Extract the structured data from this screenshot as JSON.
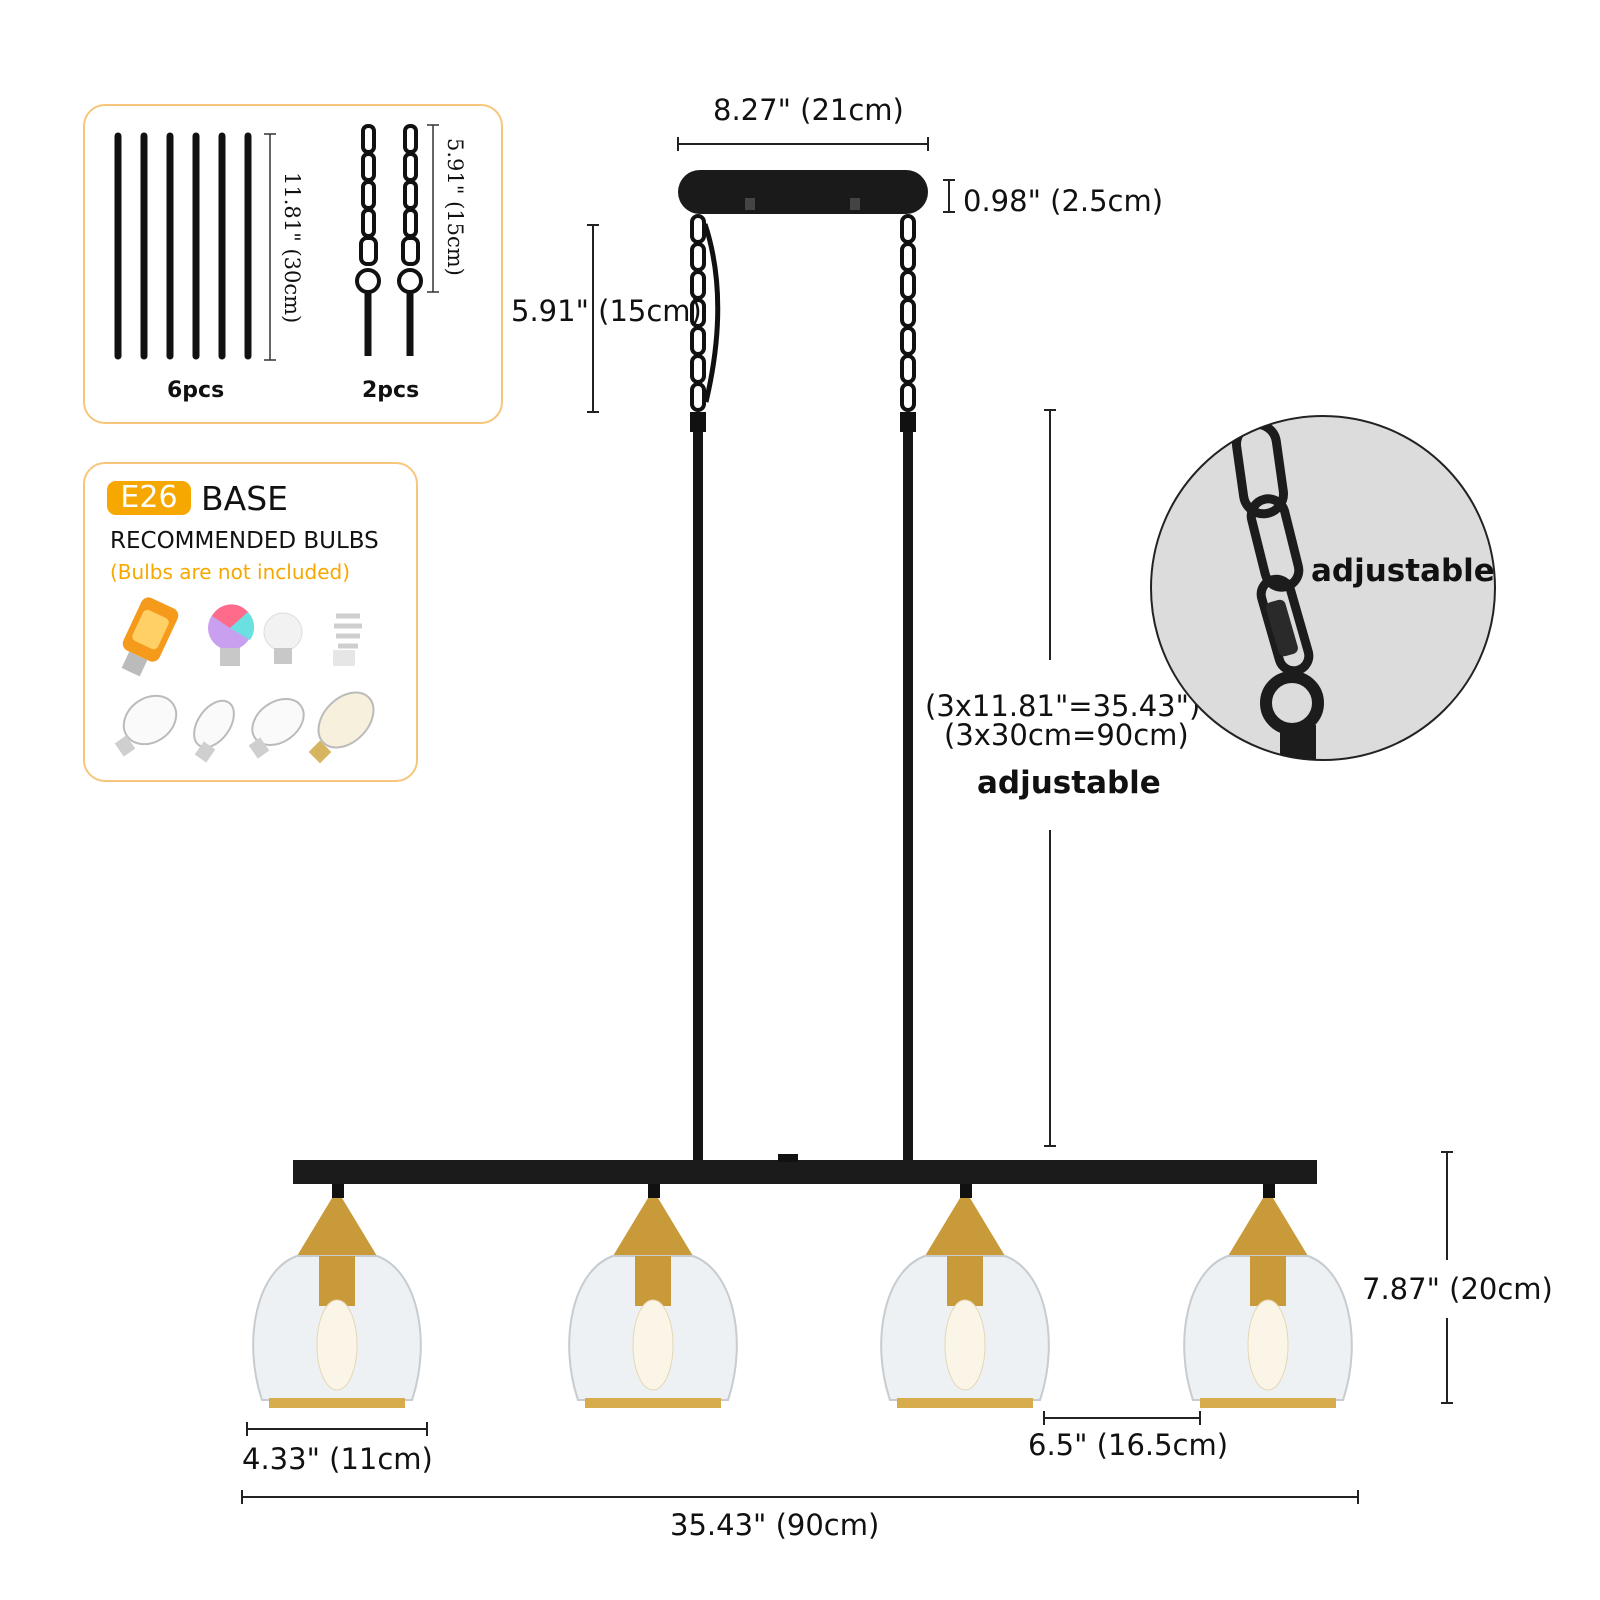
{
  "accessories": {
    "rods_count": "6pcs",
    "rods_length": "11.81\" (30cm)",
    "chains_count": "2pcs",
    "chains_length": "5.91\" (15cm)"
  },
  "bulbs": {
    "badge": "E26",
    "base": "BASE",
    "title": "RECOMMENDED BULBS",
    "note": "(Bulbs are not included)"
  },
  "dimensions": {
    "canopy_width": "8.27\" (21cm)",
    "canopy_height": "0.98\" (2.5cm)",
    "chain_length": "5.91\" (15cm)",
    "rods_total_in": "(3x11.81\"=35.43\")",
    "rods_total_cm": "(3x30cm=90cm)",
    "adjustable": "adjustable",
    "shade_height": "7.87\" (20cm)",
    "shade_width": "4.33\" (11cm)",
    "shade_spacing": "6.5\" (16.5cm)",
    "total_width": "35.43\" (90cm)"
  },
  "zoom": {
    "label": "adjustable"
  },
  "colors": {
    "accent": "#f6a800",
    "border": "#f6c77a",
    "metal": "#111111",
    "brass": "#c89a3a"
  }
}
